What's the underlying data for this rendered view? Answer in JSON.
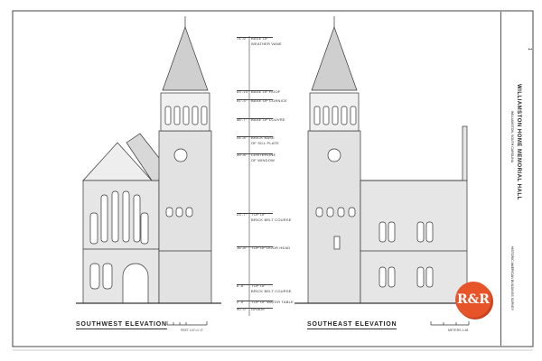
{
  "drawings": {
    "southwest": {
      "title": "SOUTHWEST ELEVATION",
      "scale_note": "FEET 1/4\"=1'-0\""
    },
    "southeast": {
      "title": "SOUTHEAST ELEVATION",
      "scale_note": "METERS 1:48"
    }
  },
  "heights": [
    {
      "value": "74'-6\"",
      "label": "BASE OF",
      "label2": "WEATHER VANE"
    },
    {
      "value": "53'-10\"",
      "label": "BASE OF ROOF",
      "label2": ""
    },
    {
      "value": "51'-3\"",
      "label": "BASE OF CORNICE",
      "label2": ""
    },
    {
      "value": "46'-7\"",
      "label": "BASE OF LOUVRE",
      "label2": ""
    },
    {
      "value": "44'-8\"",
      "label": "BRICK BASE",
      "label2": "OF SILL PLATE"
    },
    {
      "value": "39'-8\"",
      "label": "CENTERLINE",
      "label2": "OF WINDOW"
    },
    {
      "value": "23'-7\"",
      "label": "TOP OF",
      "label2": "BRICK BELT COURSE"
    },
    {
      "value": "16'-8\"",
      "label": "TOP OF DOOR HEAD",
      "label2": ""
    },
    {
      "value": "6'-6\"",
      "label": "TOP OF",
      "label2": "BRICK BELT COURSE"
    },
    {
      "value": "2'-0\"",
      "label": "TOP OF WATER TABLE",
      "label2": ""
    },
    {
      "value": "±0'-0\"",
      "label": "GRADE",
      "label2": ""
    }
  ],
  "title_block": {
    "building": "WILLIAMSTON HOME MEMORIAL HALL",
    "location": "WILLIAMSTON, SOUTH CAROLINA",
    "sheet": "1",
    "agency": "HISTORIC AMERICAN BUILDINGS SURVEY"
  },
  "logo": {
    "text": "R&R",
    "color": "#e8542a"
  }
}
